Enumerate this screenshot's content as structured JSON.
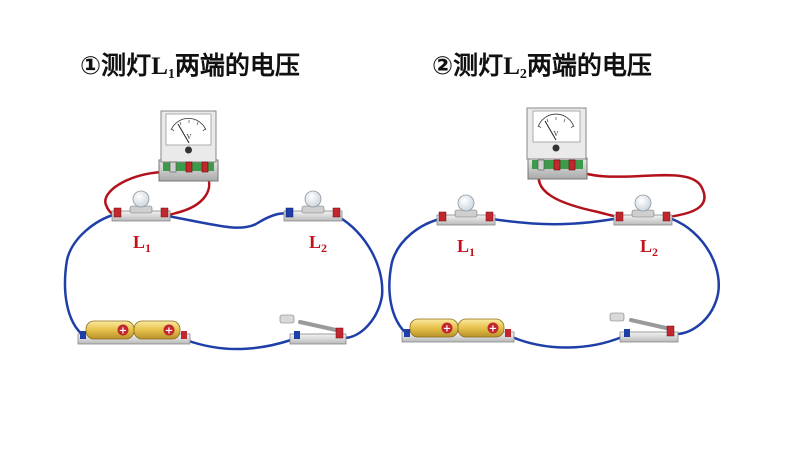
{
  "titles": [
    {
      "num": "①",
      "pre": "测灯",
      "lamp": "L",
      "sub": "1",
      "post": "两端的电压"
    },
    {
      "num": "②",
      "pre": "测灯",
      "lamp": "L",
      "sub": "2",
      "post": "两端的电压"
    }
  ],
  "circuits": [
    {
      "lamps": [
        {
          "letter": "L",
          "sub": "1"
        },
        {
          "letter": "L",
          "sub": "2"
        }
      ],
      "voltmeter_across": "L1",
      "voltmeter_unit": "V"
    },
    {
      "lamps": [
        {
          "letter": "L",
          "sub": "1"
        },
        {
          "letter": "L",
          "sub": "2"
        }
      ],
      "voltmeter_across": "L2",
      "voltmeter_unit": "V"
    }
  ],
  "colors": {
    "circuit_wire": "#1f3fa8",
    "voltmeter_wire": "#b3121c",
    "label": "#c0141c",
    "battery": "#e8c64a"
  }
}
